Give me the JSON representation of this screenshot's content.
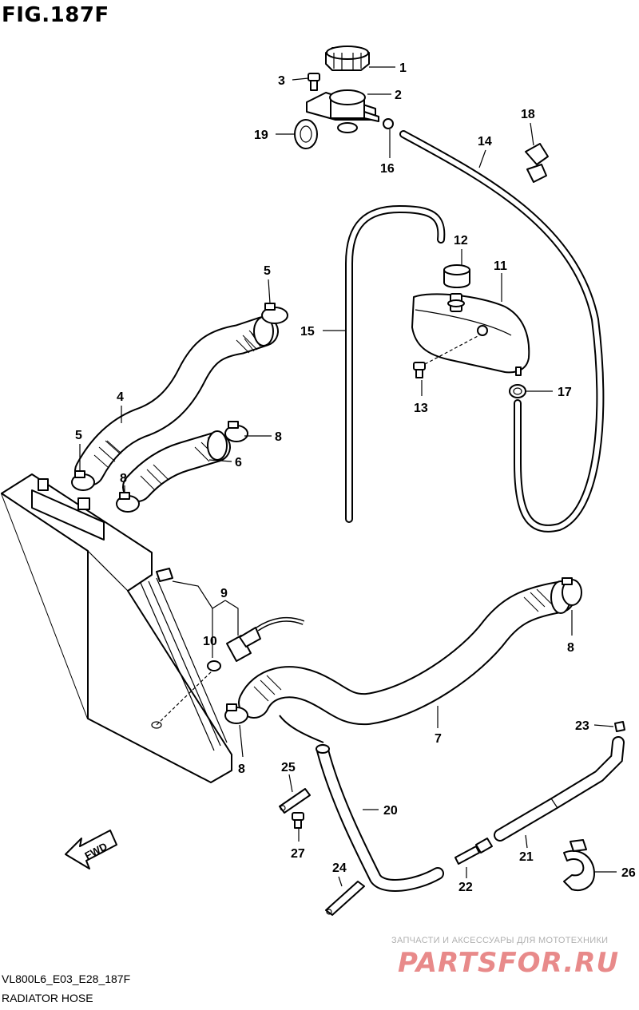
{
  "figure": {
    "title": "FIG.187F",
    "code": "VL800L6_E03_E28_187F",
    "name": "RADIATOR HOSE"
  },
  "watermark": {
    "line1": "ЗАПЧАСТИ И АКСЕССУАРЫ ДЛЯ МОТОТЕХНИКИ",
    "line2": "PARTSFOR.RU"
  },
  "direction_label": "FWD",
  "callouts": {
    "c1": "1",
    "c2": "2",
    "c3": "3",
    "c4": "4",
    "c5a": "5",
    "c5b": "5",
    "c6": "6",
    "c7": "7",
    "c8a": "8",
    "c8b": "8",
    "c8c": "8",
    "c8d": "8",
    "c9": "9",
    "c10": "10",
    "c11": "11",
    "c12": "12",
    "c13": "13",
    "c14": "14",
    "c15": "15",
    "c16": "16",
    "c17": "17",
    "c18": "18",
    "c19": "19",
    "c20": "20",
    "c21": "21",
    "c22": "22",
    "c23": "23",
    "c24": "24",
    "c25": "25",
    "c26": "26",
    "c27": "27"
  }
}
